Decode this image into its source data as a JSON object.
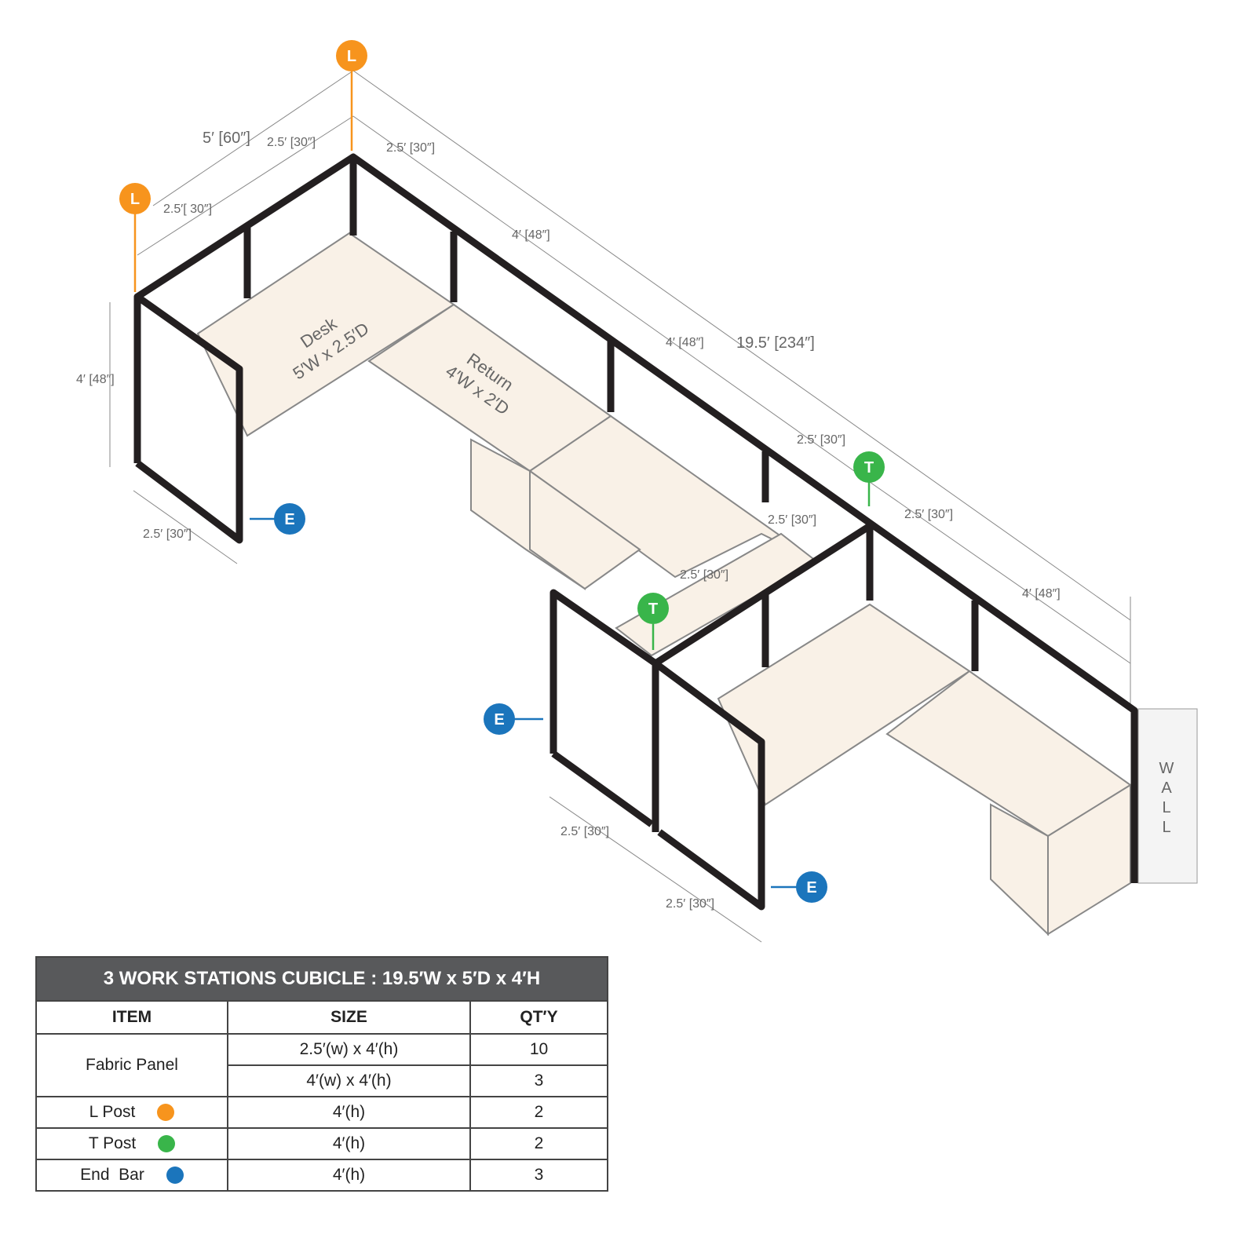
{
  "colors": {
    "l_post": "#f7941d",
    "t_post": "#39b54a",
    "end_bar": "#1b75bc",
    "desk": "#f9f1e7",
    "frame": "#231f20",
    "header": "#58595b"
  },
  "markers": {
    "l": "L",
    "t": "T",
    "e": "E"
  },
  "dimensions": {
    "d1": "5′ [60″]",
    "d2": "2.5′ [30″]",
    "d3": "2.5′ [30″]",
    "d4": "2.5′[ 30″]",
    "d5": "4′ [48″]",
    "d6": "4′ [48″]",
    "d7": "19.5′ [234″]",
    "d8": "4′ [48″]",
    "d9": "2.5′ [30″]",
    "d10": "2.5′ [30″]",
    "d11": "2.5′ [30″]",
    "d12": "2.5′ [30″]",
    "d13": "2.5′ [30″]",
    "d14": "4′ [48″]",
    "d15": "2.5′ [30″]",
    "d16": "2.5′ [30″]"
  },
  "desk": {
    "title": "Desk",
    "size": "5′W x 2.5′D"
  },
  "return": {
    "title": "Return",
    "size": "4′W x 2′D"
  },
  "wall": [
    "W",
    "A",
    "L",
    "L"
  ],
  "table": {
    "title": "3 WORK STATIONS  CUBICLE  : 19.5′W x 5′D x 4′H",
    "headers": [
      "ITEM",
      "SIZE",
      "QT′Y"
    ],
    "rows": [
      {
        "item": "Fabric Panel",
        "size": "2.5′(w) x 4′(h)",
        "qty": "10"
      },
      {
        "size": "4′(w) x 4′(h)",
        "qty": "3"
      },
      {
        "item": "L Post",
        "size": "4′(h)",
        "qty": "2"
      },
      {
        "item": "T Post",
        "size": "4′(h)",
        "qty": "2"
      },
      {
        "item": "End  Bar",
        "size": "4′(h)",
        "qty": "3"
      }
    ]
  }
}
